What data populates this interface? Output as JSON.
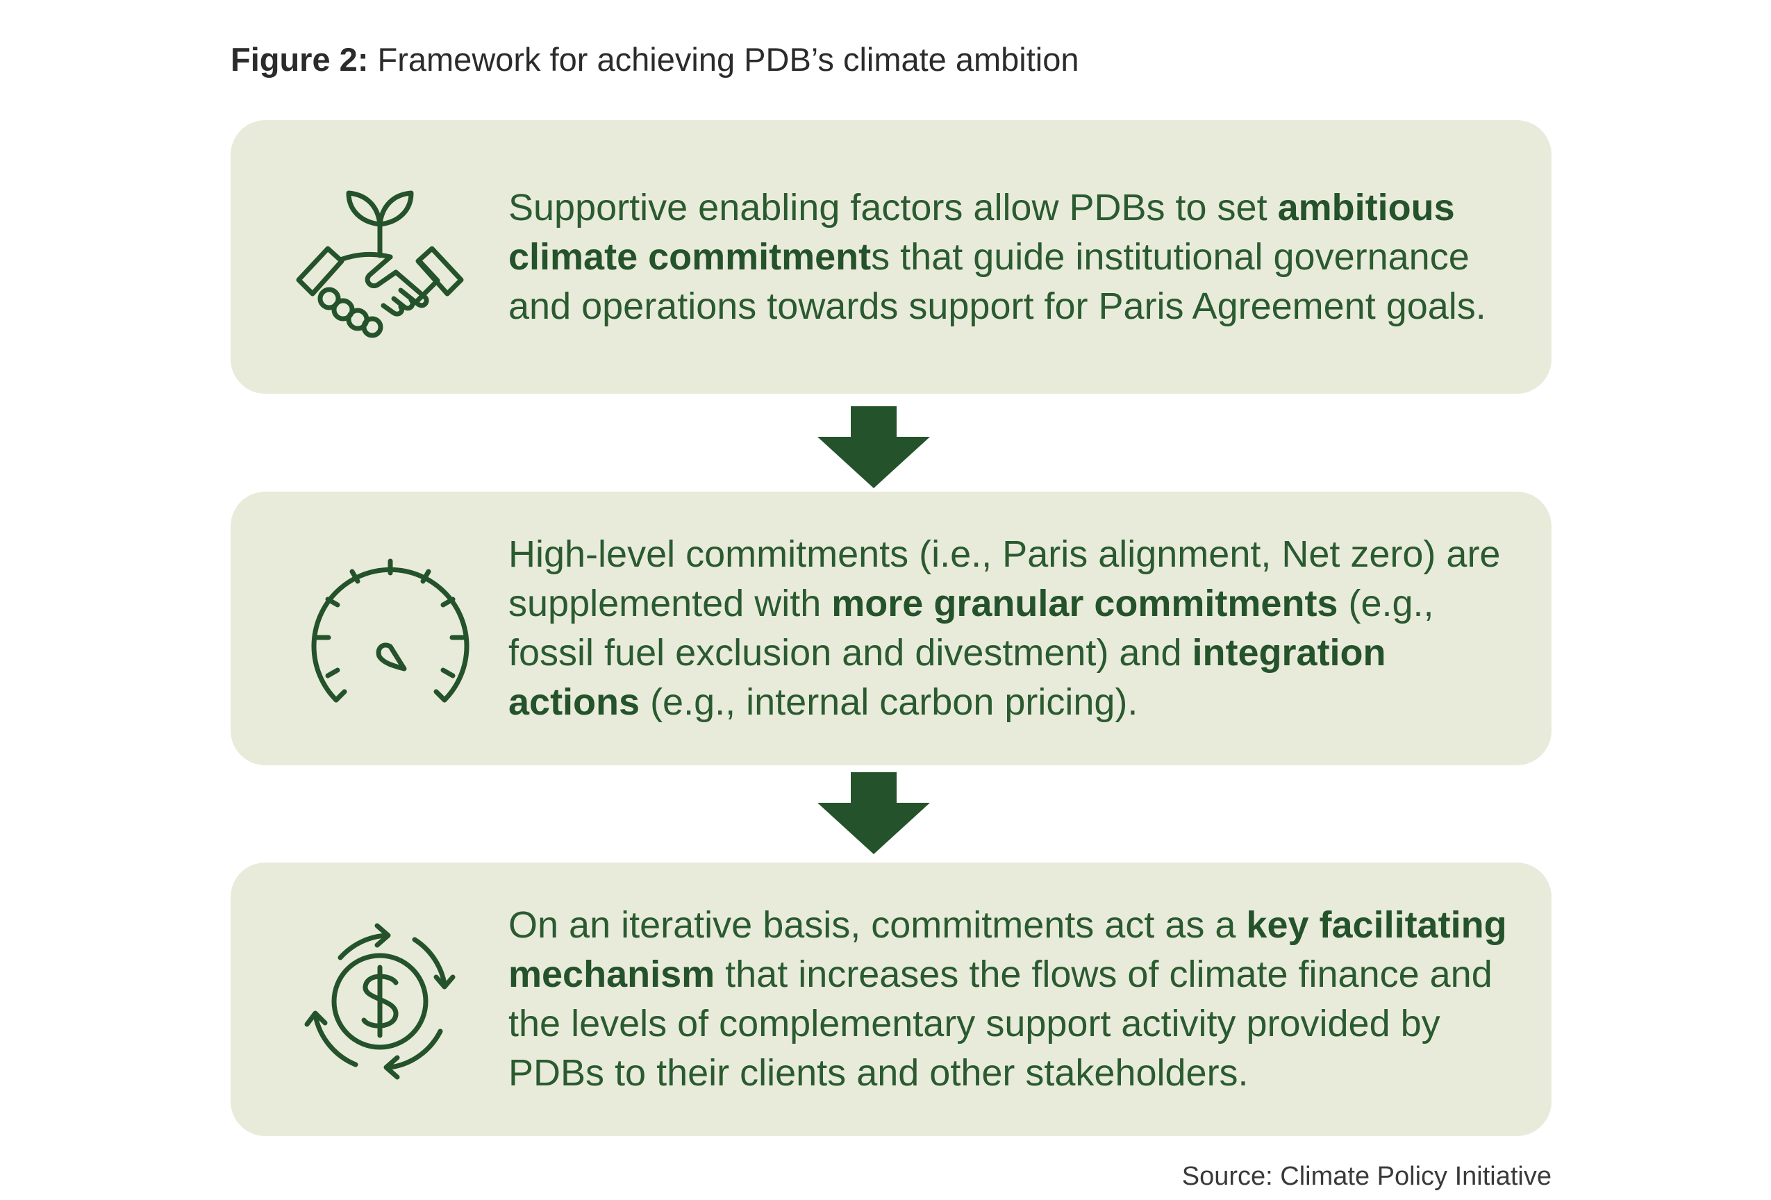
{
  "figure": {
    "label": "Figure 2:",
    "title": "Framework for achieving PDB’s climate ambition"
  },
  "steps": [
    {
      "icon": "handshake-plant-icon",
      "segments": [
        {
          "text": "Supportive enabling factors allow PDBs to set ",
          "bold": false
        },
        {
          "text": "ambitious climate commitment",
          "bold": true
        },
        {
          "text": "s that guide institutional governance and operations towards support for Paris Agreement goals.",
          "bold": false
        }
      ]
    },
    {
      "icon": "gauge-icon",
      "segments": [
        {
          "text": "High-level commitments (i.e., Paris alignment, Net zero) are supplemented with ",
          "bold": false
        },
        {
          "text": "more granular commitments",
          "bold": true
        },
        {
          "text": " (e.g., fossil fuel exclusion and divestment) and ",
          "bold": false
        },
        {
          "text": "integration actions",
          "bold": true
        },
        {
          "text": " (e.g., internal carbon pricing).",
          "bold": false
        }
      ]
    },
    {
      "icon": "dollar-cycle-icon",
      "segments": [
        {
          "text": "On an iterative basis, commitments act as a ",
          "bold": false
        },
        {
          "text": "key facilitating mechanism",
          "bold": true
        },
        {
          "text": " that increases the flows of climate finance and the levels of complementary support activity provided by PDBs to their clients and other stakeholders.",
          "bold": false
        }
      ]
    }
  ],
  "source": "Source: Climate Policy Initiative",
  "colors": {
    "box_fill": "#e9ebda",
    "accent_green": "#24522b",
    "text_green": "#2a5a30"
  }
}
